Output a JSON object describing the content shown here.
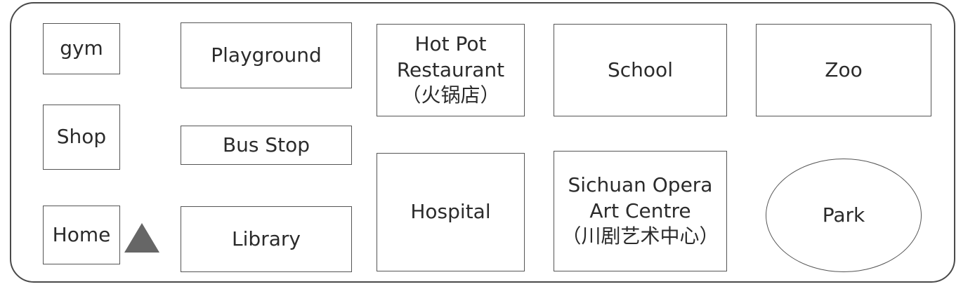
{
  "map": {
    "gym": "gym",
    "shop": "Shop",
    "home": "Home",
    "playground": "Playground",
    "bus_stop": "Bus Stop",
    "library": "Library",
    "hot_pot": [
      "Hot Pot",
      "Restaurant",
      "（火锅店）"
    ],
    "hospital": "Hospital",
    "school": "School",
    "opera": [
      "Sichuan Opera",
      "Art Centre",
      "（川剧艺术中心）"
    ],
    "zoo": "Zoo",
    "park": "Park"
  },
  "marker": {
    "shape": "triangle",
    "color": "#666666"
  }
}
